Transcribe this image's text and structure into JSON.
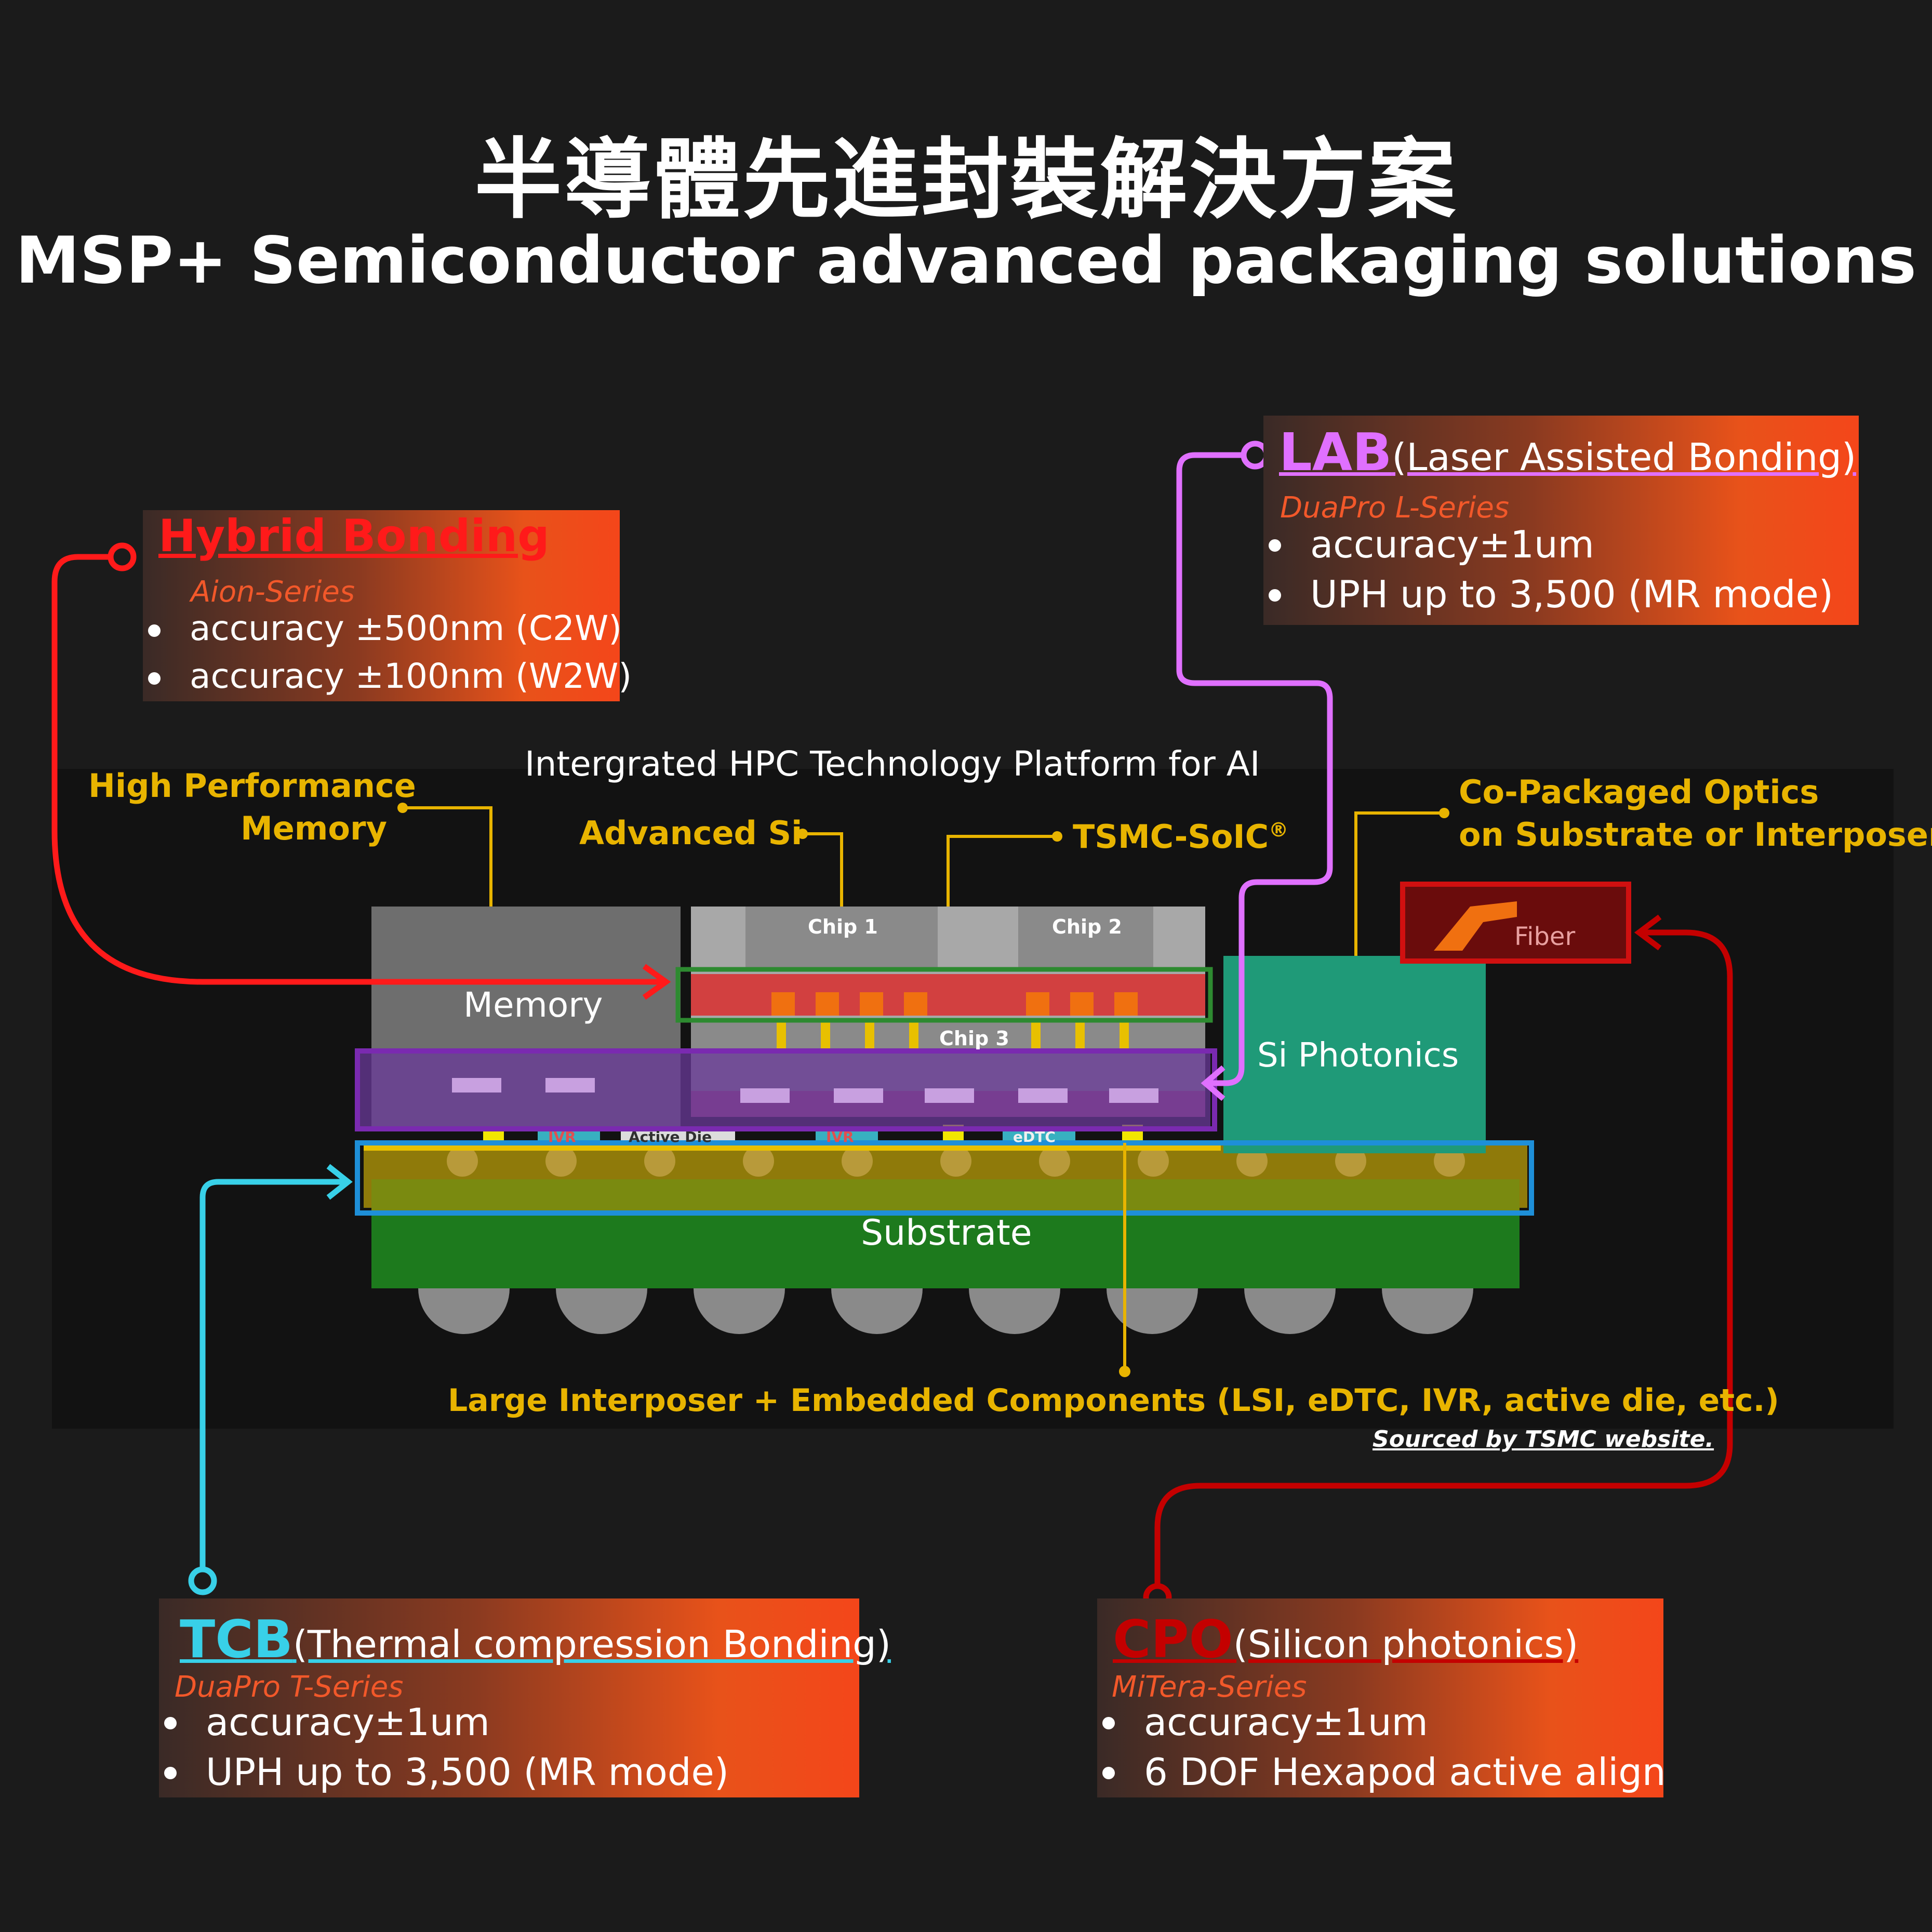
{
  "title": {
    "zh": "半導體先進封裝解決方案",
    "en": "MSP+ Semiconductor advanced packaging solutions"
  },
  "platform_title": "Intergrated HPC Technology Platform for AI",
  "callouts": {
    "hybrid": {
      "name": "Hybrid Bonding",
      "series": "Aion-Series",
      "bullets": [
        "accuracy ±500nm (C2W)",
        "accuracy ±100nm (W2W)"
      ],
      "color": "#ff1a1a"
    },
    "lab": {
      "name": "LAB",
      "desc": "(Laser Assisted Bonding)",
      "series": "DuaPro L-Series",
      "bullets": [
        "accuracy±1um",
        "UPH up to 3,500 (MR mode)"
      ],
      "color": "#e070ff"
    },
    "tcb": {
      "name": "TCB",
      "desc": "(Thermal compression Bonding)",
      "series": "DuaPro T-Series",
      "bullets": [
        "accuracy±1um",
        "UPH up to 3,500 (MR mode)"
      ],
      "color": "#38d0e8"
    },
    "cpo": {
      "name": "CPO",
      "desc": "(Silicon photonics)",
      "series": "MiTera-Series",
      "bullets": [
        "accuracy±1um",
        "6 DOF Hexapod active align"
      ],
      "color": "#c40000"
    }
  },
  "diagram": {
    "hpm_line1": "High Performance",
    "hpm_line2": "Memory",
    "advanced_si": "Advanced Si",
    "soic": "TSMC-SoIC",
    "soic_mark": "®",
    "cpo_line1": "Co-Packaged Optics",
    "cpo_line2": "on Substrate or Interposer",
    "memory": "Memory",
    "chip1": "Chip 1",
    "chip2": "Chip 2",
    "chip3": "Chip 3",
    "si_photonics": "Si Photonics",
    "fiber": "Fiber",
    "substrate": "Substrate",
    "ivr_1": "IVR",
    "active_die": "Active Die",
    "ivr_2": "IVR",
    "edtc": "eDTC",
    "interposer_note": "Large Interposer + Embedded Components (LSI, eDTC, IVR, active die, etc.)",
    "source": "Sourced by TSMC website."
  }
}
